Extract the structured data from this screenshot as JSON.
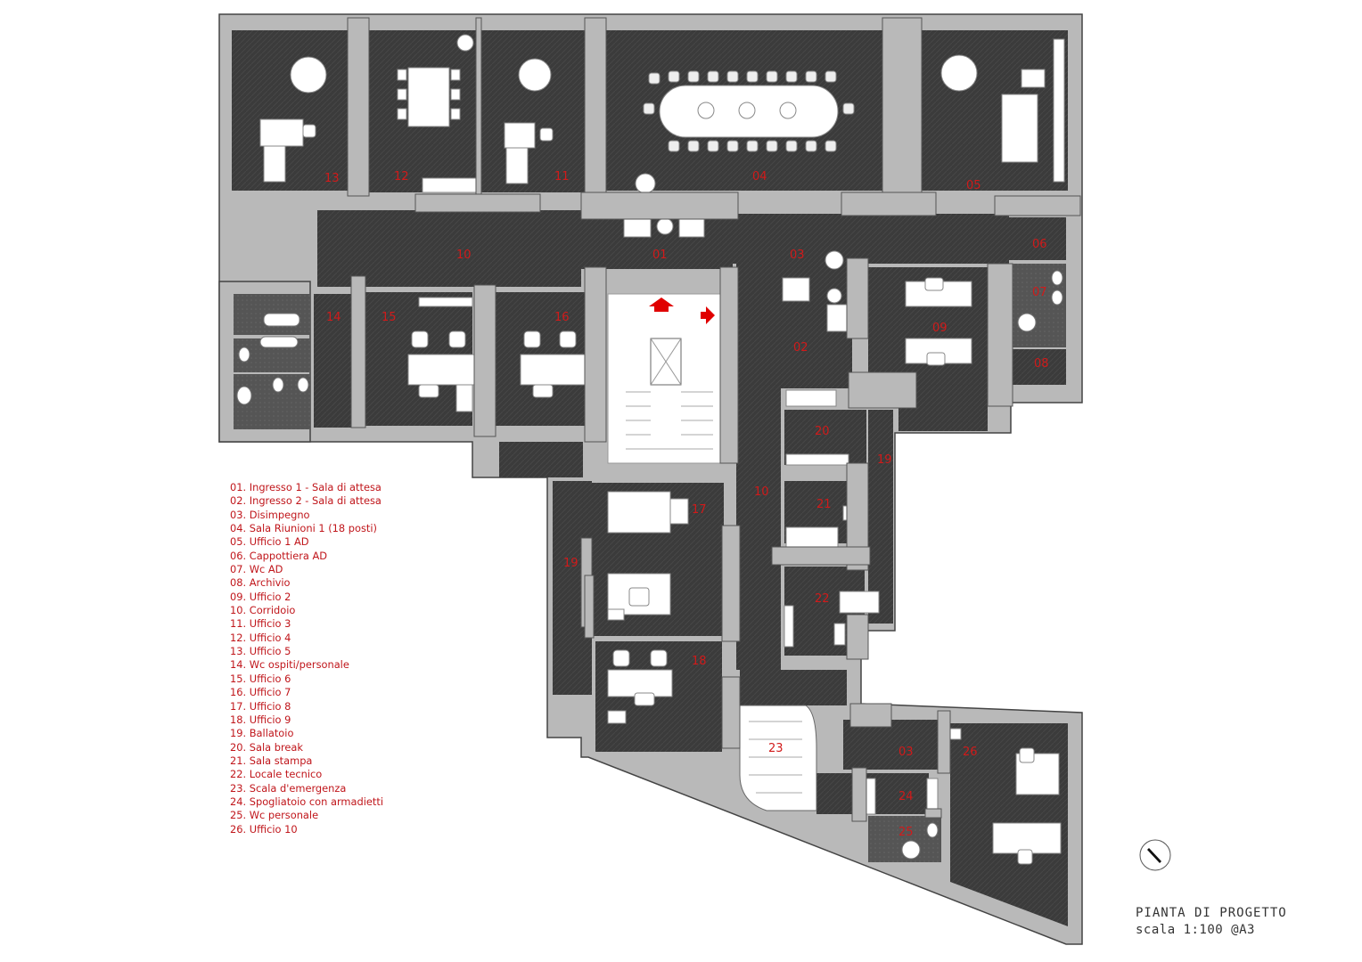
{
  "plan": {
    "title": "PIANTA DI PROGETTO",
    "scale": "scala 1:100 @A3",
    "room_labels": [
      "13",
      "12",
      "11",
      "04",
      "05",
      "10",
      "01",
      "03",
      "06",
      "07",
      "14",
      "15",
      "16",
      "02",
      "09",
      "08",
      "20",
      "19",
      "10",
      "21",
      "17",
      "19",
      "22",
      "18",
      "23",
      "03",
      "26",
      "24",
      "25"
    ],
    "legend": [
      "01. Ingresso 1 - Sala di attesa",
      "02. Ingresso 2 - Sala di attesa",
      "03. Disimpegno",
      "04. Sala Riunioni 1 (18 posti)",
      "05. Ufficio 1 AD",
      "06. Cappottiera AD",
      "07. Wc AD",
      "08. Archivio",
      "09. Ufficio 2",
      "10. Corridoio",
      "11. Ufficio 3",
      "12. Ufficio 4",
      "13. Ufficio 5",
      "14. Wc ospiti/personale",
      "15. Ufficio 6",
      "16. Ufficio 7",
      "17. Ufficio 8",
      "18. Ufficio 9",
      "19. Ballatoio",
      "20. Sala break",
      "21. Sala stampa",
      "22. Locale tecnico",
      "23. Scala d'emergenza",
      "24. Spogliatoio con armadietti",
      "25. Wc personale",
      "26. Ufficio 10"
    ],
    "colors": {
      "wall": "#b9b9b9",
      "wall_outline": "#444444",
      "floor": "#3b3b3b",
      "wc_floor": "#5a5a5a",
      "label": "#d11a1a",
      "furniture": "#ffffff"
    },
    "icons": [
      "north-arrow-icon",
      "entrance-arrow-icon"
    ]
  }
}
